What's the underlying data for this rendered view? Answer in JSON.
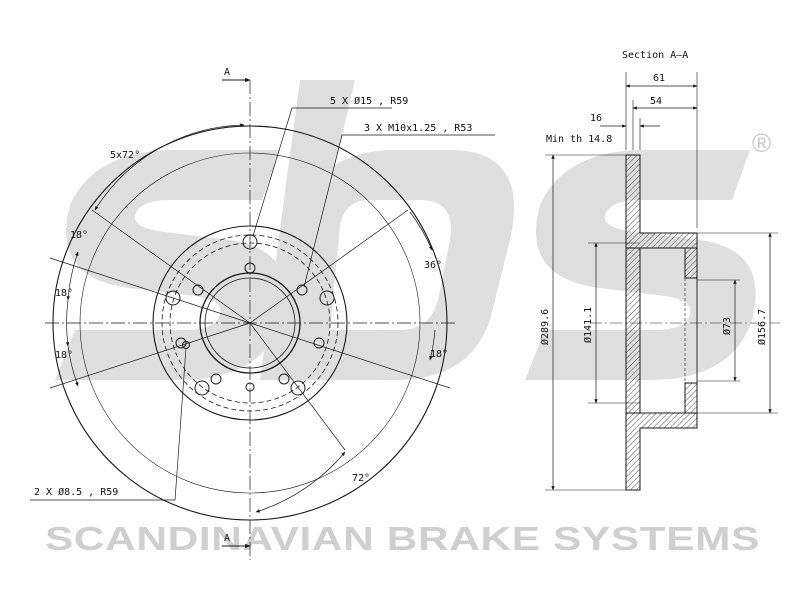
{
  "brand": {
    "tagline": "SCANDINAVIAN BRAKE SYSTEMS",
    "registered": "®"
  },
  "front_view": {
    "section_mark_top": "A",
    "section_mark_bottom": "A",
    "callout_holes": "5 X Ø15 , R59",
    "callout_threads": "3 X M10x1.25 , R53",
    "callout_small": "2 X Ø8.5 , R59",
    "angle_5x72": "5x72°",
    "angle_18_a": "18°",
    "angle_18_b": "18°",
    "angle_18_c": "18°",
    "angle_18_d": "18°",
    "angle_36": "36°",
    "angle_72": "72°"
  },
  "section_view": {
    "title": "Section A–A",
    "dim_61": "61",
    "dim_54": "54",
    "dim_16": "16",
    "min_th": "Min th  14.8",
    "dia_289": "Ø289.6",
    "dia_141": "Ø141.1",
    "dia_73": "Ø73",
    "dia_156": "Ø156.7"
  },
  "colors": {
    "line": "#1a1a1a",
    "watermark": "#d6d6d6",
    "hatch_fill": "#ffffff"
  }
}
